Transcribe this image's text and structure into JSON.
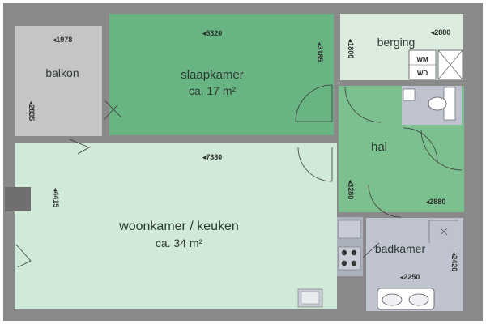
{
  "rooms": {
    "balkon": {
      "name": "balkon"
    },
    "slaapkamer": {
      "name": "slaapkamer",
      "area": "ca. 17 m²"
    },
    "berging": {
      "name": "berging"
    },
    "hal": {
      "name": "hal"
    },
    "woonkamer": {
      "name": "woonkamer / keuken",
      "area": "ca. 34 m²"
    },
    "badkamer": {
      "name": "badkamer"
    }
  },
  "fixtures": {
    "washer": "WM",
    "dryer": "WD"
  },
  "dimensions": {
    "balkon_width": "1978",
    "balkon_depth": "2835",
    "slaapkamer_width": "5320",
    "slaapkamer_depth": "3185",
    "berging_width": "2880",
    "berging_depth": "1800",
    "woonkamer_width": "7380",
    "woonkamer_depth": "4415",
    "hal_depth": "3280",
    "hal_width": "2880",
    "badkamer_width": "2250",
    "badkamer_depth": "2420"
  },
  "colors": {
    "wall": "#8a8a8a",
    "bedroom": "#69b483",
    "living": "#d1e9d8",
    "balcony": "#c5c5c5",
    "storage": "#dcecdf",
    "hall": "#7cc08f",
    "bathroom": "#bfc3cf"
  }
}
